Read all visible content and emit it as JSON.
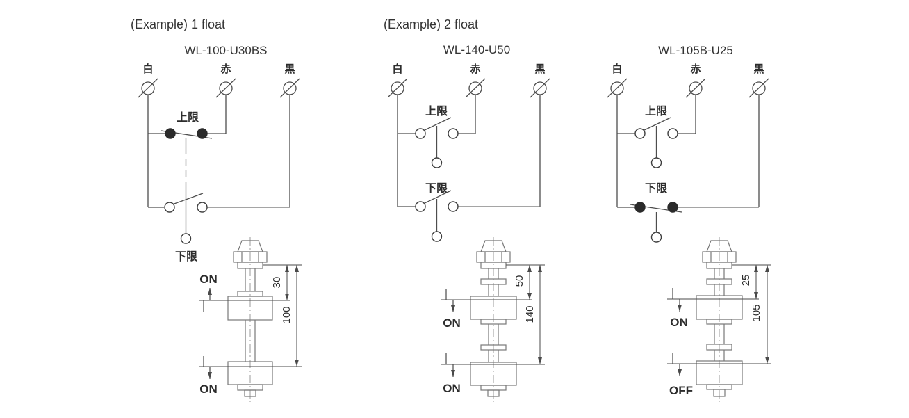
{
  "headers": {
    "example_1": "(Example) 1 float",
    "example_2": "(Example) 2 float"
  },
  "diagrams": [
    {
      "model": "WL-100-U30BS",
      "terminals": [
        {
          "name": "white",
          "label": "白"
        },
        {
          "name": "red",
          "label": "赤"
        },
        {
          "name": "black",
          "label": "黒"
        }
      ],
      "upper_switch": {
        "label": "上限",
        "contacts": "closed"
      },
      "lower_switch": {
        "label": "下限",
        "contacts": "open"
      },
      "float_count": 1,
      "float_link": "dashed common actuator between upper and lower contacts",
      "dimensions": {
        "upper": "30",
        "overall": "100"
      },
      "markers": {
        "upper": {
          "label": "ON",
          "arrow": "up"
        },
        "lower": {
          "label": "ON",
          "arrow": "down"
        }
      }
    },
    {
      "model": "WL-140-U50",
      "terminals": [
        {
          "name": "white",
          "label": "白"
        },
        {
          "name": "red",
          "label": "赤"
        },
        {
          "name": "black",
          "label": "黒"
        }
      ],
      "upper_switch": {
        "label": "上限",
        "contacts": "open"
      },
      "lower_switch": {
        "label": "下限",
        "contacts": "open"
      },
      "float_count": 2,
      "dimensions": {
        "upper": "50",
        "overall": "140"
      },
      "markers": {
        "upper": {
          "label": "ON",
          "arrow": "down"
        },
        "lower": {
          "label": "ON",
          "arrow": "down"
        }
      }
    },
    {
      "model": "WL-105B-U25",
      "terminals": [
        {
          "name": "white",
          "label": "白"
        },
        {
          "name": "red",
          "label": "赤"
        },
        {
          "name": "black",
          "label": "黒"
        }
      ],
      "upper_switch": {
        "label": "上限",
        "contacts": "open"
      },
      "lower_switch": {
        "label": "下限",
        "contacts": "closed"
      },
      "float_count": 2,
      "dimensions": {
        "upper": "25",
        "overall": "105"
      },
      "markers": {
        "upper": {
          "label": "ON",
          "arrow": "down"
        },
        "lower": {
          "label": "OFF",
          "arrow": "down"
        }
      }
    }
  ]
}
